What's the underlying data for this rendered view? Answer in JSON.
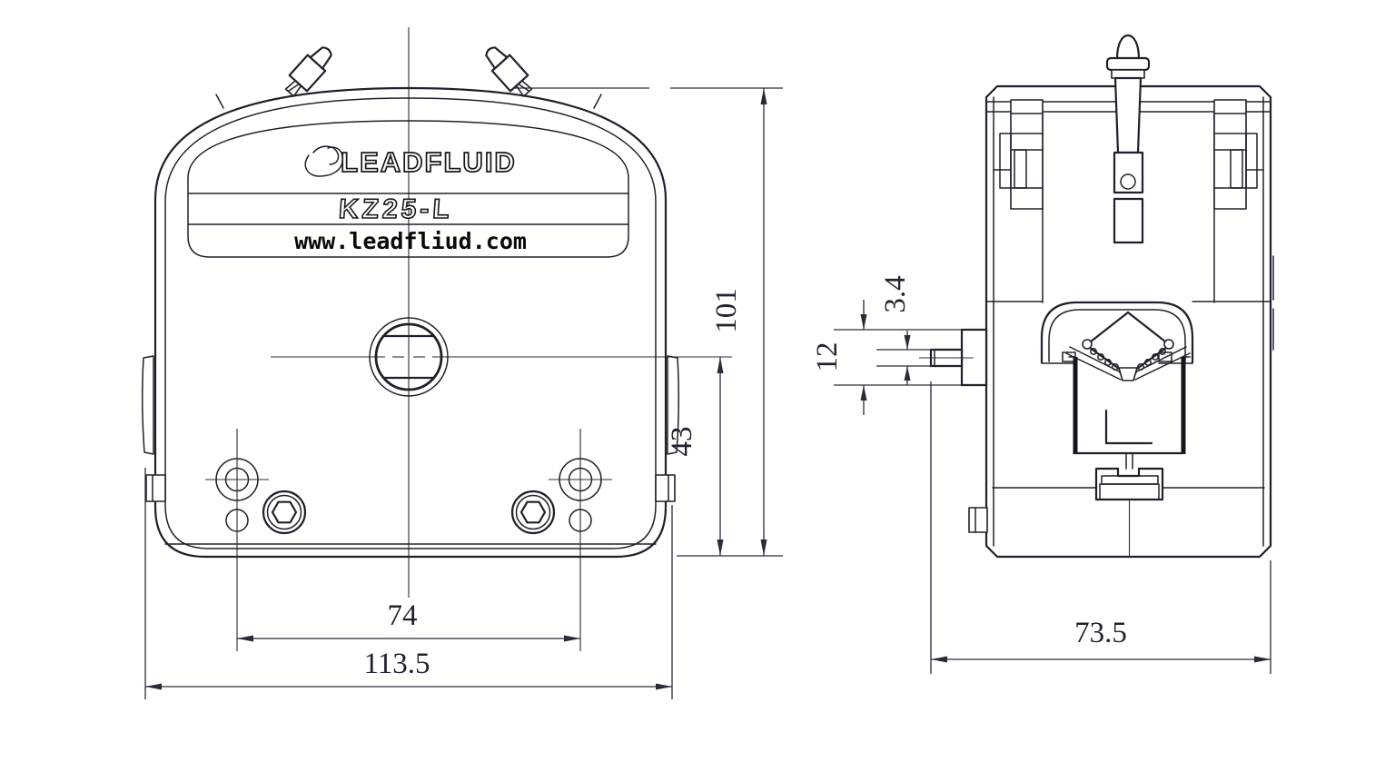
{
  "drawing": {
    "brand": "LEADFLUID",
    "model": "KZ25-L",
    "website": "www.leadfliud.com",
    "colors": {
      "line": "#20202c",
      "dimension": "#2a2a38",
      "background": "#ffffff",
      "text": "#161616"
    },
    "views": {
      "front": "pump-head-front-view",
      "side": "pump-head-side-view"
    },
    "dimensions": {
      "front_total_height": "101",
      "center_to_bottom": "43",
      "mount_hole_spacing": "74",
      "front_total_width": "113.5",
      "shaft_tab_thickness": "3.4",
      "shaft_boss_diameter": "12",
      "side_total_depth": "73.5"
    }
  }
}
